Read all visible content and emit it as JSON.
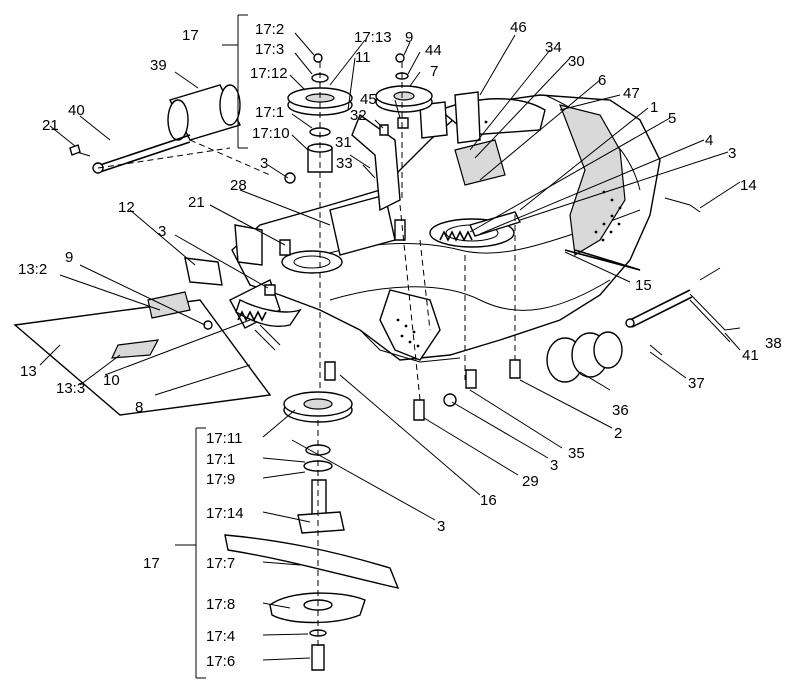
{
  "callouts": {
    "c17_2": "17:2",
    "c17_3": "17:3",
    "c17_13": "17:13",
    "c17_12": "17:12",
    "c17_1_top": "17:1",
    "c17_10": "17:10",
    "c17_top": "17",
    "c9_top": "9",
    "c44": "44",
    "c7": "7",
    "c46": "46",
    "c34": "34",
    "c30": "30",
    "c45": "45",
    "c6": "6",
    "c47": "47",
    "c1": "1",
    "c5": "5",
    "c4": "4",
    "c3_right": "3",
    "c14": "14",
    "c39": "39",
    "c40": "40",
    "c21_left": "21",
    "c11": "11",
    "c32": "32",
    "c31": "31",
    "c3_upper": "3",
    "c33": "33",
    "c28": "28",
    "c21_mid": "21",
    "c12": "12",
    "c3_mid": "3",
    "c9_left": "9",
    "c13_2": "13:2",
    "c13": "13",
    "c13_3": "13:3",
    "c10": "10",
    "c8": "8",
    "c15": "15",
    "c38": "38",
    "c41": "41",
    "c37": "37",
    "c36": "36",
    "c2": "2",
    "c35": "35",
    "c3_low": "3",
    "c29": "29",
    "c16": "16",
    "c3_bot": "3",
    "c17_11": "17:11",
    "c17_1_bot": "17:1",
    "c17_9": "17:9",
    "c17_14": "17:14",
    "c17_bot": "17",
    "c17_7": "17:7",
    "c17_8": "17:8",
    "c17_4": "17:4",
    "c17_6": "17:6"
  }
}
